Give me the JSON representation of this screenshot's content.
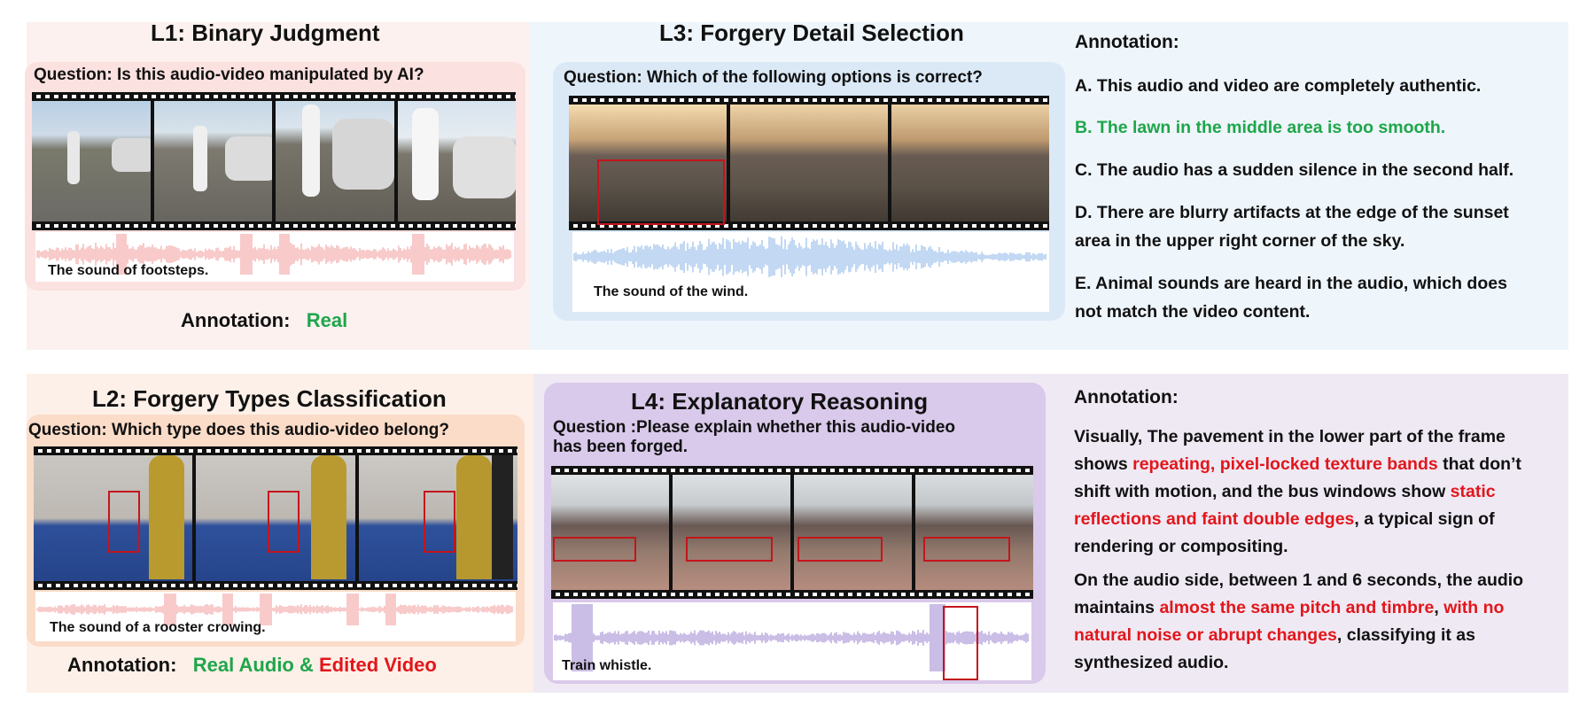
{
  "colors": {
    "green": "#1ea64a",
    "red": "#e2161b",
    "l1_bg": "#fcf1ef",
    "l3_bg": "#eef5fb",
    "l2_bg": "#fdf0e8",
    "l4_bg": "#d9c9ea",
    "l4_ann_bg": "#efe9f4"
  },
  "l1": {
    "title": "L1: Binary Judgment",
    "question": "Question: Is this audio-video manipulated by AI?",
    "caption": "The sound of footsteps.",
    "annotation_label": "Annotation:",
    "annotation_value": "Real"
  },
  "l3": {
    "title": "L3: Forgery Detail Selection",
    "question": "Question: Which of the following options is correct?",
    "caption": "The sound of the wind.",
    "annotation_label": "Annotation:",
    "options": [
      "A. This audio and video are completely authentic.",
      "B. The lawn in the middle area is too smooth.",
      "C. The audio has a sudden silence in the second half.",
      "D. There are blurry artifacts at the edge of the sunset area in the upper right corner of the sky.",
      "E. Animal sounds are heard in the audio, which does not match the video content."
    ]
  },
  "l2": {
    "title": "L2: Forgery Types Classification",
    "question": "Question: Which type does this audio-video belong?",
    "caption": "The sound of a rooster crowing.",
    "annotation_label": "Annotation:",
    "annotation_real": "Real Audio &",
    "annotation_edited": "Edited Video"
  },
  "l4": {
    "title": "L4: Explanatory Reasoning",
    "question_line1": "Question :Please explain whether this audio-video",
    "question_line2": "has been forged.",
    "caption": "Train whistle.",
    "annotation_label": "Annotation:",
    "reason": {
      "p1_a": "Visually, The pavement in the lower part of the frame shows ",
      "p1_red1": "repeating, pixel-locked texture bands",
      "p1_b": " that don’t shift with motion, and the bus windows show ",
      "p1_red2": "static reflections and faint double edges",
      "p1_c": ", a typical sign of rendering or compositing.",
      "p2_a": "On the audio side, between 1 and 6 seconds, the audio maintains ",
      "p2_red1": "almost the same pitch and timbre",
      "p2_b": ", ",
      "p2_red2": "with no natural noise or abrupt changes",
      "p2_c": ", classifying it as synthesized audio."
    }
  }
}
